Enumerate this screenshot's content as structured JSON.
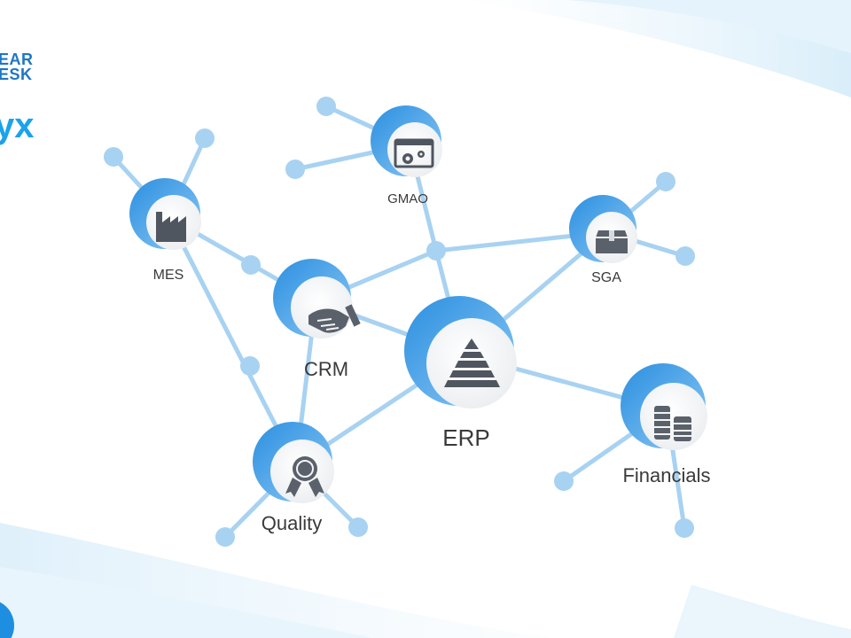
{
  "brand": {
    "line1": "EAR",
    "line2": "ESK",
    "wordmark": "yx"
  },
  "colors": {
    "edge": "#a8d2f1",
    "dot": "#a8d2f1",
    "ring_dark": "#2b8fe0",
    "ring_light": "#8cc8f4",
    "disc": "#f3f4f6",
    "icon": "#4f5660",
    "label": "#3a3a3a",
    "brand": "#1f76c4"
  },
  "nodes": {
    "gmao": {
      "label": "GMAO",
      "icon": "gear-window-icon"
    },
    "mes": {
      "label": "MES",
      "icon": "factory-icon"
    },
    "sga": {
      "label": "SGA",
      "icon": "box-icon"
    },
    "crm": {
      "label": "CRM",
      "icon": "handshake-icon"
    },
    "erp": {
      "label": "ERP",
      "icon": "pyramid-icon"
    },
    "financials": {
      "label": "Financials",
      "icon": "coin-stack-icon"
    },
    "quality": {
      "label": "Quality",
      "icon": "award-ribbon-icon"
    }
  }
}
